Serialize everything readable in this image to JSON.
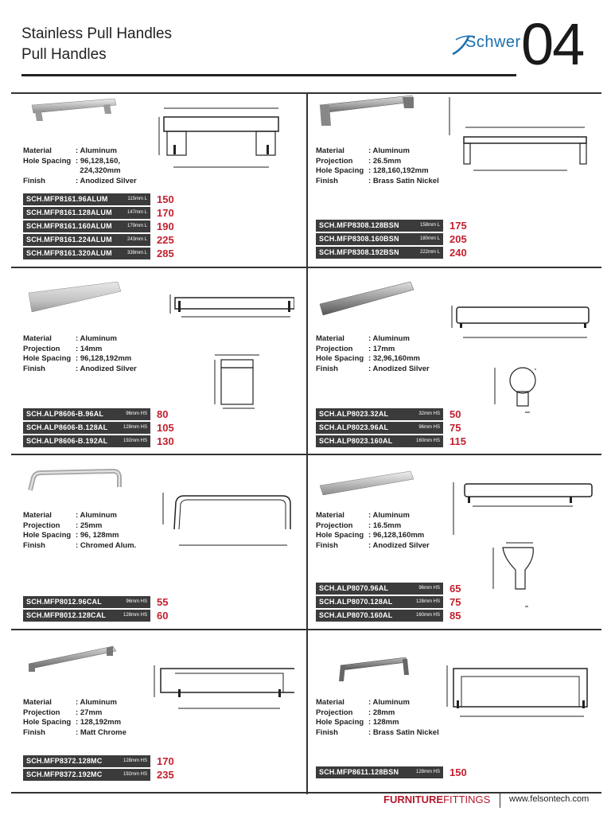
{
  "header": {
    "title_line1": "Stainless Pull Handles",
    "title_line2": "Pull Handles",
    "brand": "Schwer",
    "page_number": "04"
  },
  "products": [
    {
      "specs": [
        {
          "key": "Material",
          "value": "Aluminum"
        },
        {
          "key": "Hole Spacing",
          "value": "96,128,160,"
        },
        {
          "key": "",
          "value": "224,320mm"
        },
        {
          "key": "Finish",
          "value": "Anodized Silver"
        }
      ],
      "codes": [
        {
          "code": "SCH.MFP8161.96ALUM",
          "meta": "115mm L",
          "price": "150"
        },
        {
          "code": "SCH.MFP8161.128ALUM",
          "meta": "147mm L",
          "price": "170"
        },
        {
          "code": "SCH.MFP8161.160ALUM",
          "meta": "179mm L",
          "price": "190"
        },
        {
          "code": "SCH.MFP8161.224ALUM",
          "meta": "243mm L",
          "price": "225"
        },
        {
          "code": "SCH.MFP8161.320ALUM",
          "meta": "339mm L",
          "price": "285"
        }
      ]
    },
    {
      "specs": [
        {
          "key": "Material",
          "value": "Aluminum"
        },
        {
          "key": "Projection",
          "value": "26.5mm"
        },
        {
          "key": "Hole Spacing",
          "value": "128,160,192mm"
        },
        {
          "key": "Finish",
          "value": "Brass Satin Nickel"
        }
      ],
      "codes": [
        {
          "code": "SCH.MFP8308.128BSN",
          "meta": "158mm L",
          "price": "175"
        },
        {
          "code": "SCH.MFP8308.160BSN",
          "meta": "180mm L",
          "price": "205"
        },
        {
          "code": "SCH.MFP8308.192BSN",
          "meta": "222mm L",
          "price": "240"
        }
      ]
    },
    {
      "specs": [
        {
          "key": "Material",
          "value": "Aluminum"
        },
        {
          "key": "Projection",
          "value": "14mm"
        },
        {
          "key": "Hole Spacing",
          "value": "96,128,192mm"
        },
        {
          "key": "Finish",
          "value": "Anodized Silver"
        }
      ],
      "codes": [
        {
          "code": "SCH.ALP8606-B.96AL",
          "meta": "96mm HS",
          "price": "80"
        },
        {
          "code": "SCH.ALP8606-B.128AL",
          "meta": "128mm HS",
          "price": "105"
        },
        {
          "code": "SCH.ALP8606-B.192AL",
          "meta": "192mm HS",
          "price": "130"
        }
      ]
    },
    {
      "specs": [
        {
          "key": "Material",
          "value": "Aluminum"
        },
        {
          "key": "Projection",
          "value": "17mm"
        },
        {
          "key": "Hole Spacing",
          "value": "32,96,160mm"
        },
        {
          "key": "Finish",
          "value": "Anodized Silver"
        }
      ],
      "codes": [
        {
          "code": "SCH.ALP8023.32AL",
          "meta": "32mm HS",
          "price": "50"
        },
        {
          "code": "SCH.ALP8023.96AL",
          "meta": "96mm HS",
          "price": "75"
        },
        {
          "code": "SCH.ALP8023.160AL",
          "meta": "160mm HS",
          "price": "115"
        }
      ]
    },
    {
      "specs": [
        {
          "key": "Material",
          "value": "Aluminum"
        },
        {
          "key": "Projection",
          "value": "25mm"
        },
        {
          "key": "Hole Spacing",
          "value": "96, 128mm"
        },
        {
          "key": "Finish",
          "value": "Chromed Alum."
        }
      ],
      "codes": [
        {
          "code": "SCH.MFP8012.96CAL",
          "meta": "96mm HS",
          "price": "55"
        },
        {
          "code": "SCH.MFP8012.128CAL",
          "meta": "128mm HS",
          "price": "60"
        }
      ]
    },
    {
      "specs": [
        {
          "key": "Material",
          "value": "Aluminum"
        },
        {
          "key": "Projection",
          "value": "16.5mm"
        },
        {
          "key": "Hole Spacing",
          "value": "96,128,160mm"
        },
        {
          "key": "Finish",
          "value": "Anodized Silver"
        }
      ],
      "codes": [
        {
          "code": "SCH.ALP8070.96AL",
          "meta": "96mm HS",
          "price": "65"
        },
        {
          "code": "SCH.ALP8070.128AL",
          "meta": "128mm HS",
          "price": "75"
        },
        {
          "code": "SCH.ALP8070.160AL",
          "meta": "160mm HS",
          "price": "85"
        }
      ]
    },
    {
      "specs": [
        {
          "key": "Material",
          "value": "Aluminum"
        },
        {
          "key": "Projection",
          "value": "27mm"
        },
        {
          "key": "Hole Spacing",
          "value": "128,192mm"
        },
        {
          "key": "Finish",
          "value": "Matt Chrome"
        }
      ],
      "codes": [
        {
          "code": "SCH.MFP8372.128MC",
          "meta": "128mm HS",
          "price": "170"
        },
        {
          "code": "SCH.MFP8372.192MC",
          "meta": "192mm HS",
          "price": "235"
        }
      ]
    },
    {
      "specs": [
        {
          "key": "Material",
          "value": "Aluminum"
        },
        {
          "key": "Projection",
          "value": "28mm"
        },
        {
          "key": "Hole Spacing",
          "value": "128mm"
        },
        {
          "key": "Finish",
          "value": "Brass Satin Nickel"
        }
      ],
      "codes": [
        {
          "code": "SCH.MFP8611.128BSN",
          "meta": "128mm HS",
          "price": "150"
        }
      ]
    }
  ],
  "footer": {
    "brand_bold": "FURNITURE",
    "brand_rest": "FITTINGS",
    "url": "www.felsontech.com"
  }
}
